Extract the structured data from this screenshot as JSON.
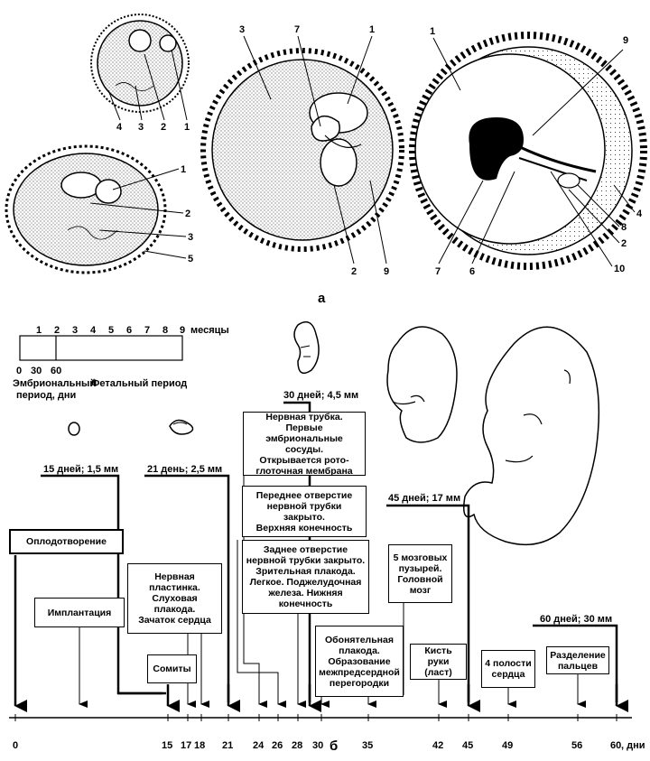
{
  "panel_labels": {
    "a": "а",
    "b": "б"
  },
  "figure_a": {
    "numbers": [
      "1",
      "2",
      "3",
      "4",
      "5",
      "6",
      "7",
      "8",
      "9",
      "10"
    ]
  },
  "scale": {
    "month_numbers": [
      "1",
      "2",
      "3",
      "4",
      "5",
      "6",
      "7",
      "8",
      "9"
    ],
    "month_unit": "месяцы",
    "day_ticks": [
      "0",
      "30",
      "60"
    ],
    "embryonic_label_1": "Эмбриональный",
    "embryonic_label_2": "период, дни",
    "fetal_label": "Фетальный период"
  },
  "stage_labels": {
    "d15": "15 дней; 1,5 мм",
    "d21": "21 день; 2,5 мм",
    "d30": "30 дней; 4,5 мм",
    "d45": "45 дней; 17 мм",
    "d60": "60 дней; 30 мм"
  },
  "events": {
    "fertilization": "Оплодотворение",
    "implantation": "Имплантация",
    "neural_plate": [
      "Нервная",
      "пластинка.",
      "Слуховая плакода.",
      "Зачаток сердца"
    ],
    "somites": "Сомиты",
    "neural_tube": [
      "Нервная трубка. Первые",
      "эмбриональные сосуды.",
      "Открывается рото-",
      "глоточная мембрана"
    ],
    "anterior_opening": [
      "Переднее отверстие",
      "нервной трубки закрыто.",
      "Верхняя конечность"
    ],
    "posterior_opening": [
      "Заднее отверстие",
      "нервной трубки закрыто.",
      "Зрительная плакода.",
      "Легкое. Поджелудочная",
      "железа. Нижняя",
      "конечность"
    ],
    "olfactory": [
      "Обонятельная",
      "плакода.",
      "Образование",
      "межпредсердной",
      "перегородки"
    ],
    "brain_vesicles": [
      "5 мозговых",
      "пузырей.",
      "Головной",
      "мозг"
    ],
    "hand": [
      "Кисть руки",
      "(ласт)"
    ],
    "heart_chambers": [
      "4 полости",
      "сердца"
    ],
    "fingers": [
      "Разделение",
      "пальцев"
    ]
  },
  "axis": {
    "ticks": [
      "0",
      "15",
      "17",
      "18",
      "21",
      "24",
      "26",
      "28",
      "30",
      "35",
      "42",
      "45",
      "49",
      "56",
      "60"
    ],
    "unit": ", дни"
  }
}
